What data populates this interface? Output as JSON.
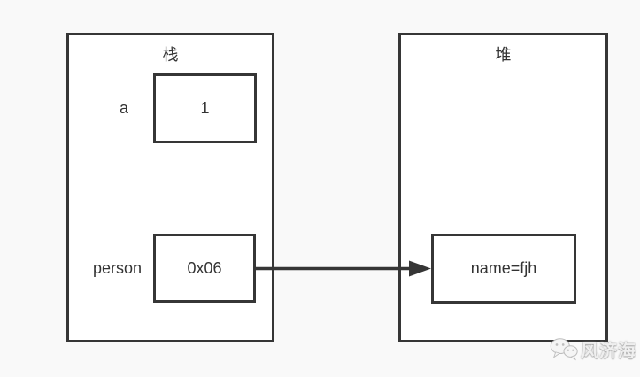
{
  "diagram": {
    "stack": {
      "title": "栈",
      "items": [
        {
          "label": "a",
          "value": "1"
        },
        {
          "label": "person",
          "value": "0x06"
        }
      ]
    },
    "heap": {
      "title": "堆",
      "items": [
        {
          "value": "name=fjh"
        }
      ]
    },
    "arrow": {
      "from": "0x06",
      "to": "name=fjh",
      "direction": "right"
    }
  },
  "watermark": {
    "icon": "wechat-icon",
    "text": "风济海"
  },
  "colors": {
    "background": "#f9f9f9",
    "box_fill": "#ffffff",
    "line": "#363636",
    "text": "#333333",
    "watermark": "#efefef"
  }
}
